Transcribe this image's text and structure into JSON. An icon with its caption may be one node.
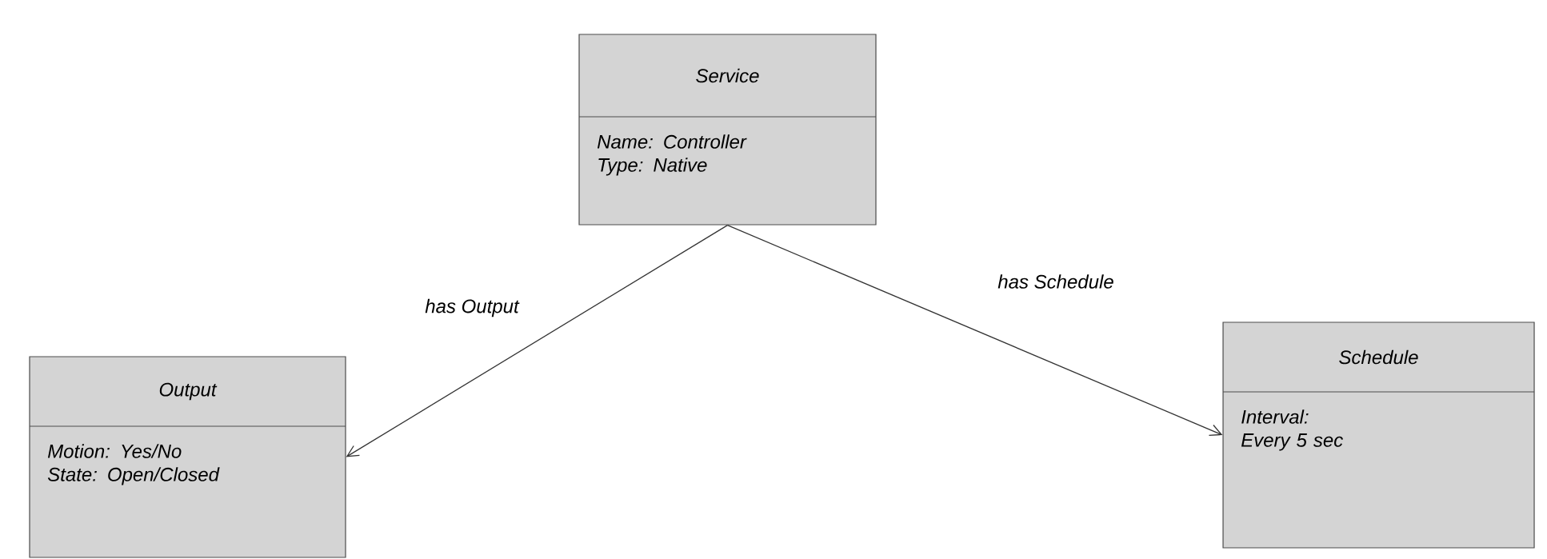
{
  "diagram": {
    "nodes": [
      {
        "text": [
          "Service",
          "Name: Controller Type: Native"
        ]
      },
      {
        "text": [
          "Output",
          "Motion: Yes/No State: Open/Closed"
        ]
      },
      {
        "text": [
          "Schedule",
          "Interval: Every 5 sec"
        ]
      }
    ],
    "edges": [
      {
        "from": 0,
        "to": 1,
        "arrow": "to",
        "label": "has Output"
      },
      {
        "from": 0,
        "to": 2,
        "arrow": "to",
        "label": "has Schedule"
      }
    ]
  }
}
